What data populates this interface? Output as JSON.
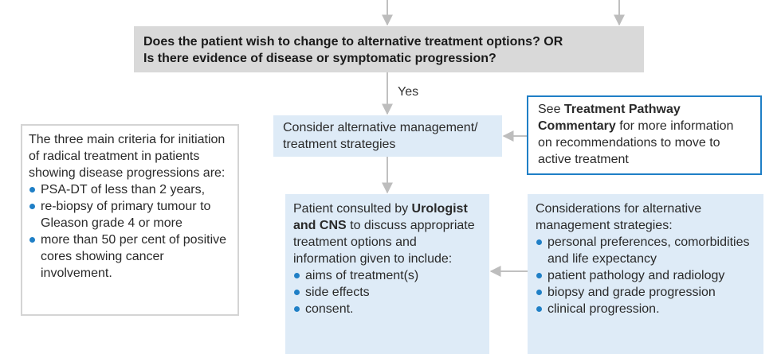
{
  "question": {
    "line1": "Does the patient wish to change to alternative treatment options? OR",
    "line2": "Is there evidence of disease or symptomatic progression?"
  },
  "yes_label": "Yes",
  "consider_box": {
    "text": "Consider alternative management/ treatment strategies"
  },
  "commentary_box": {
    "prefix": "See ",
    "bold": "Treatment Pathway Commentary",
    "suffix": " for more information on recommendations to move to active treatment"
  },
  "criteria_box": {
    "intro": "The three main criteria for initiation of radical treatment in patients showing disease progressions are:",
    "items": [
      "PSA-DT of less than 2 years,",
      "re-biopsy of primary tumour to Gleason grade 4 or more",
      "more than 50 per cent of positive cores showing cancer involvement."
    ]
  },
  "consult_box": {
    "prefix": "Patient consulted by ",
    "bold": "Urologist and CNS",
    "suffix": " to discuss appropriate treatment options and information given to include:",
    "items": [
      "aims of treatment(s)",
      "side effects",
      "consent."
    ]
  },
  "considerations_box": {
    "intro": "Considerations for alternative management strategies:",
    "items": [
      "personal preferences, comorbidities and life expectancy",
      "patient pathology and radiology",
      "biopsy and grade progression",
      "clinical progression."
    ]
  },
  "colors": {
    "question_fill": "#d9d9d9",
    "step_fill": "#deebf7",
    "accent_border": "#1f7fc6",
    "bullet": "#1f7fc6",
    "connector": "#c0c0c0"
  }
}
